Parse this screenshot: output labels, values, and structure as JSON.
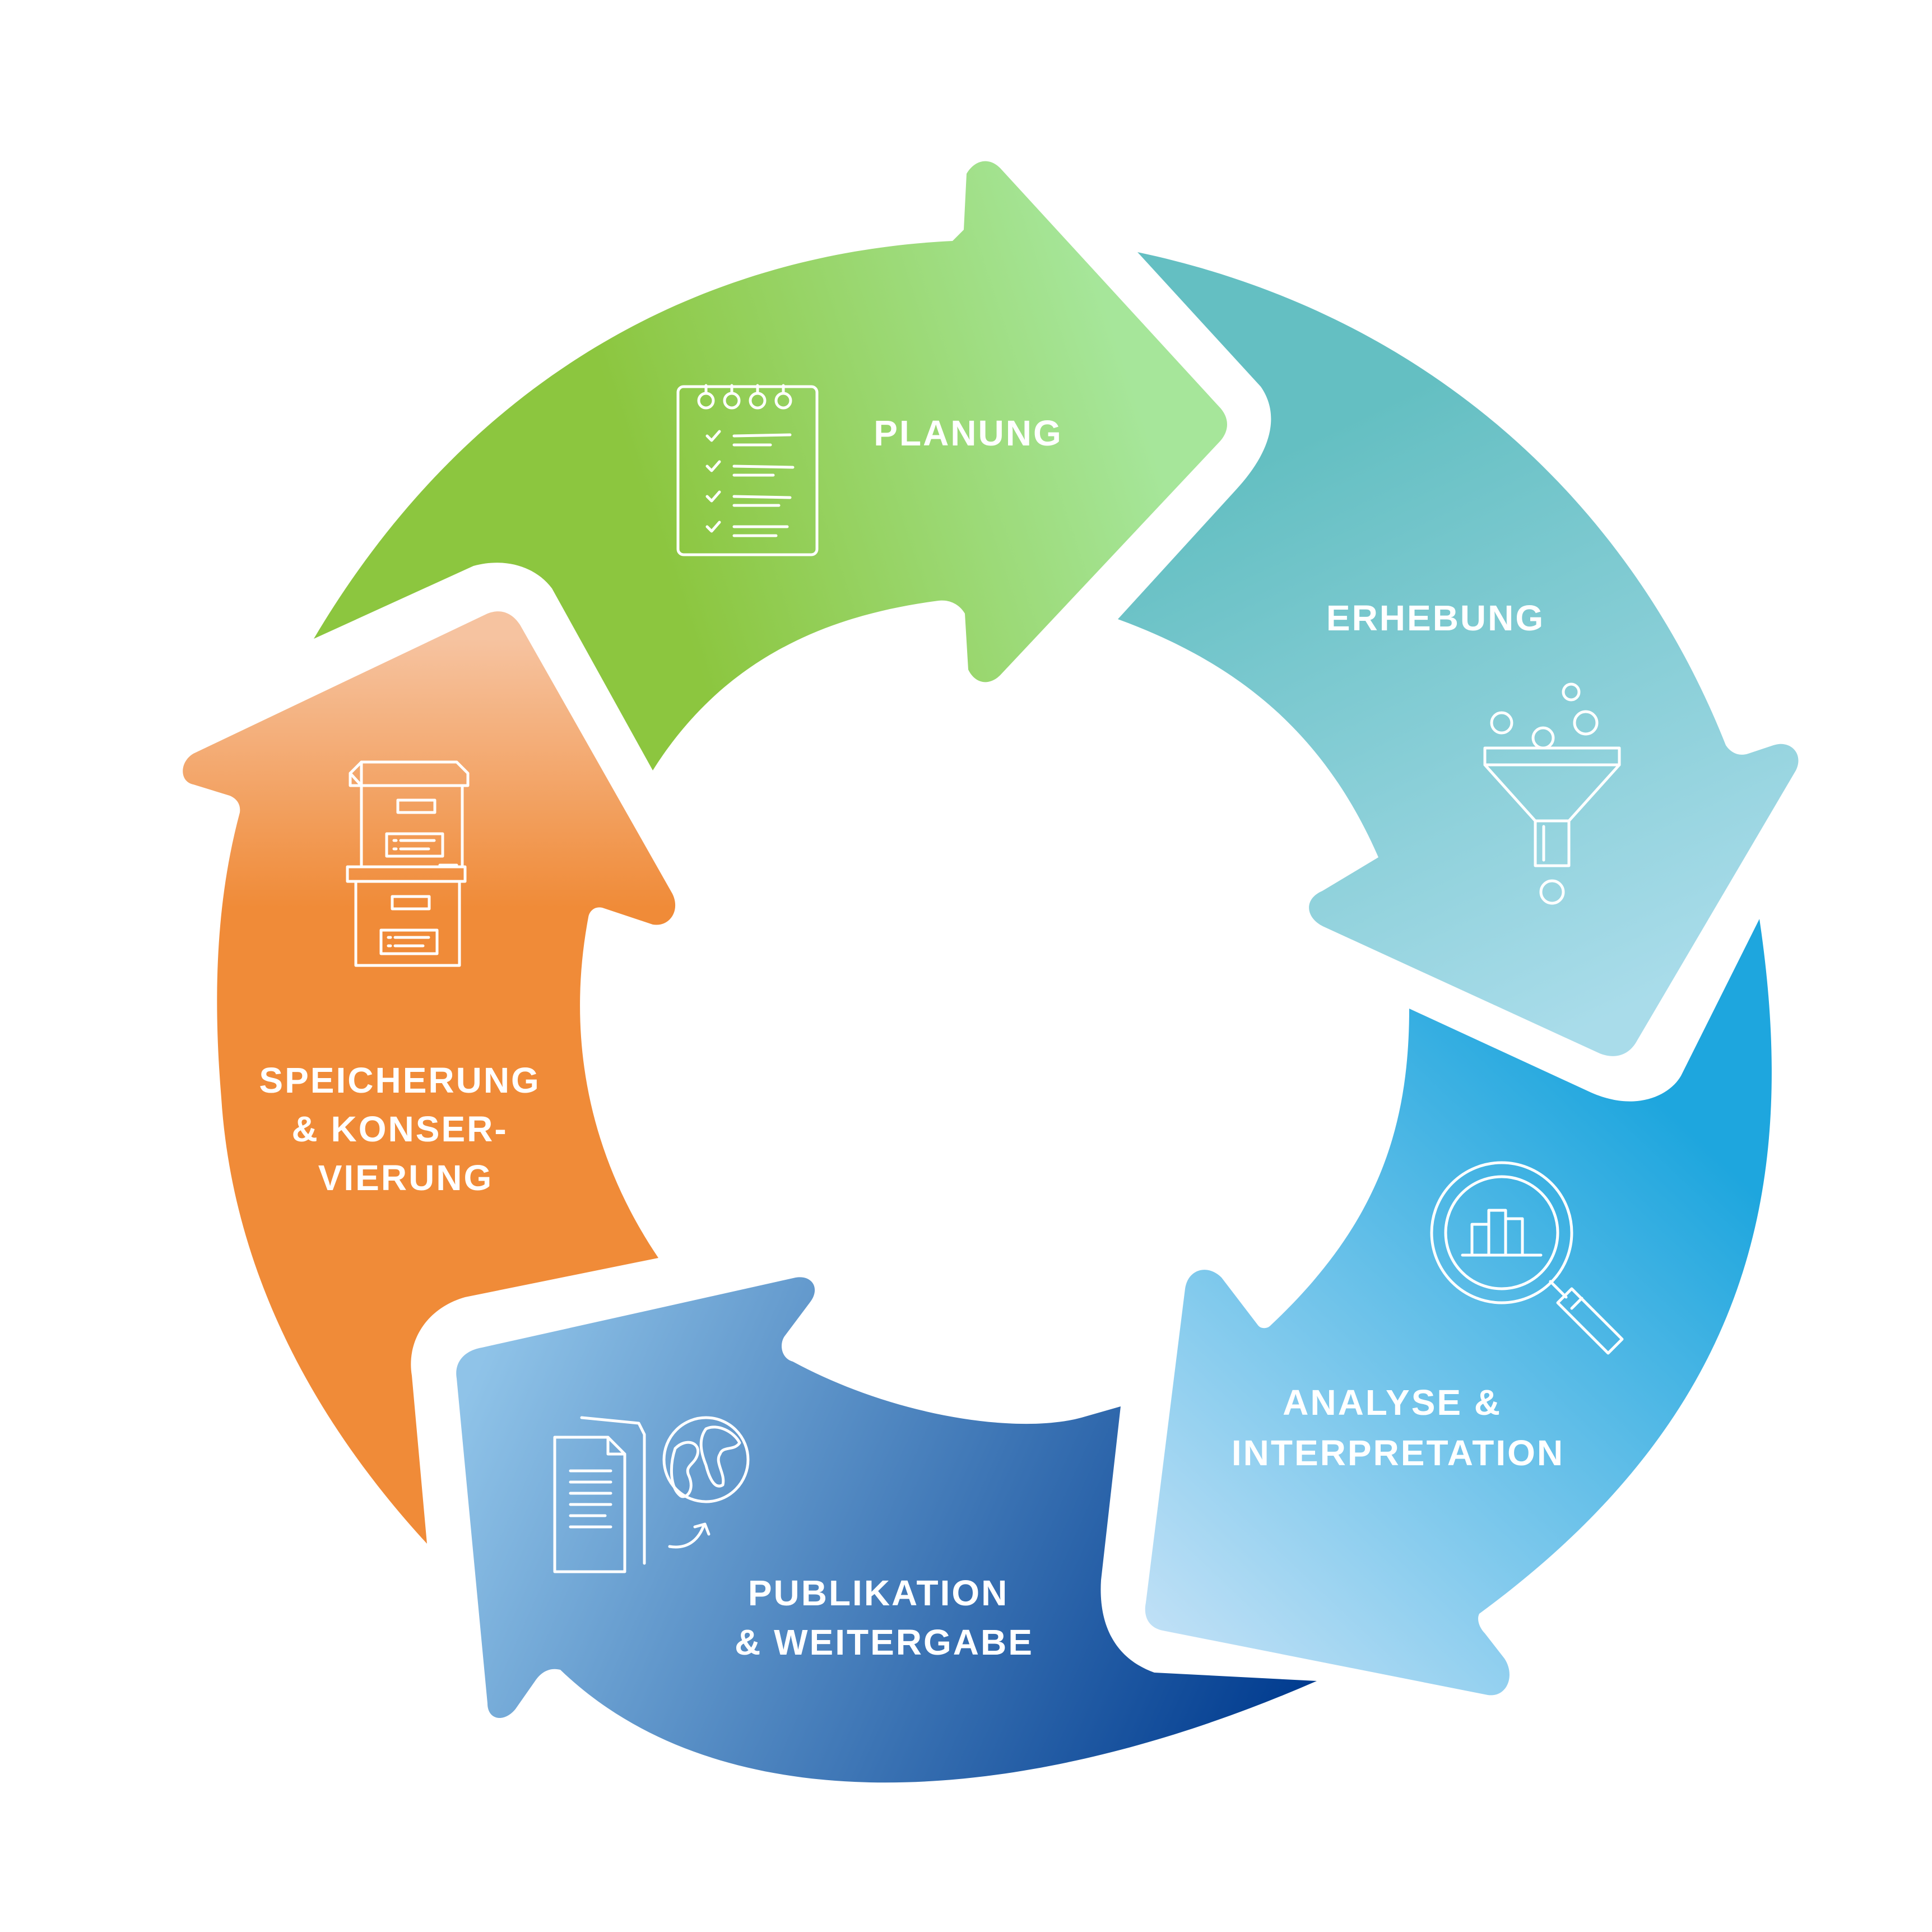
{
  "stages": [
    {
      "id": "planung",
      "lines": [
        "PLANUNG"
      ],
      "icon": "checklist-notepad-icon",
      "colors": [
        "#8cc63f",
        "#a6e69a"
      ]
    },
    {
      "id": "erhebung",
      "lines": [
        "ERHEBUNG"
      ],
      "icon": "funnel-icon",
      "colors": [
        "#64bfc2",
        "#a9dcea"
      ]
    },
    {
      "id": "analyse",
      "lines": [
        "ANALYSE &",
        "INTERPRETATION"
      ],
      "icon": "magnifier-chart-icon",
      "colors": [
        "#1ea6de",
        "#bfe0f6"
      ]
    },
    {
      "id": "publikation",
      "lines": [
        "PUBLIKATION",
        "& WEITERGABE"
      ],
      "icon": "documents-globe-icon",
      "colors": [
        "#8fc3e8",
        "#003b8f"
      ]
    },
    {
      "id": "speicherung",
      "lines": [
        "SPEICHERUNG",
        "& KONSER-",
        "VIERUNG"
      ],
      "icon": "archive-boxes-icon",
      "colors": [
        "#f08b38",
        "#f6c3a0"
      ]
    }
  ]
}
